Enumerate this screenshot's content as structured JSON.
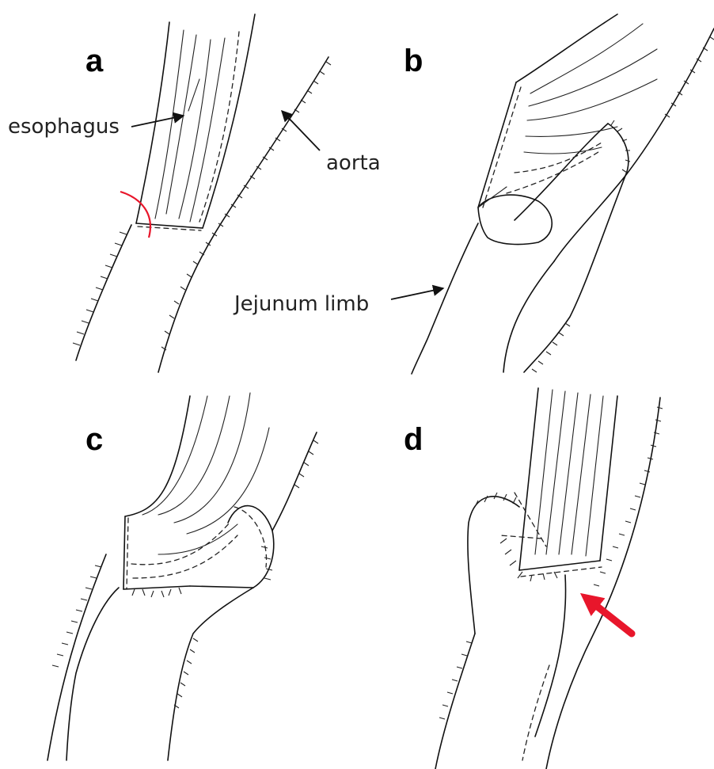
{
  "panels": [
    {
      "letter": "a"
    },
    {
      "letter": "b"
    },
    {
      "letter": "c"
    },
    {
      "letter": "d"
    }
  ],
  "labels": {
    "esophagus": "esophagus",
    "aorta": "aorta",
    "jejunum": "Jejunum limb"
  },
  "colors": {
    "ink": "#111111",
    "highlight": "#e8162b"
  }
}
